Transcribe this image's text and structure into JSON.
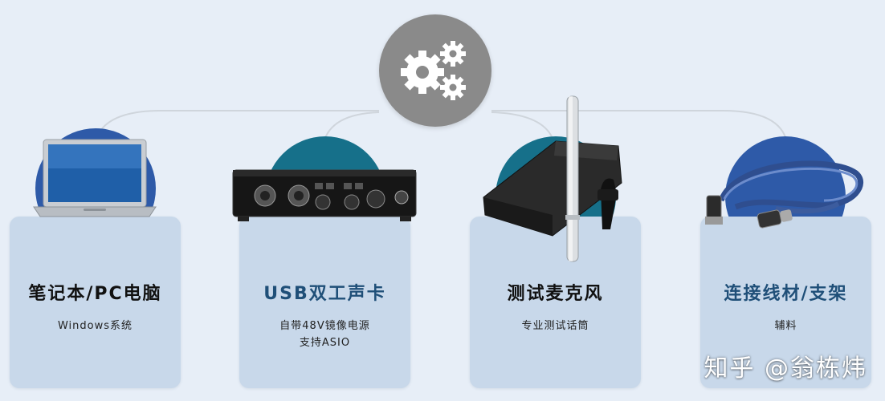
{
  "hub": {
    "icon": "gears-icon",
    "color": "#8a8a8a"
  },
  "items": [
    {
      "title": "笔记本/PC电脑",
      "desc": [
        "Windows系统"
      ],
      "icon": "laptop-icon",
      "disc_color": "#2e5aa8",
      "title_color": "#111111"
    },
    {
      "title": "USB双工声卡",
      "desc": [
        "自带48V镜像电源",
        "支持ASIO"
      ],
      "icon": "audio-interface-icon",
      "disc_color": "#16708a",
      "title_color": "#1f4f78"
    },
    {
      "title": "测试麦克风",
      "desc": [
        "专业测试话筒"
      ],
      "icon": "measurement-microphone-icon",
      "disc_color": "#16708a",
      "title_color": "#111111"
    },
    {
      "title": "连接线材/支架",
      "desc": [
        "辅料"
      ],
      "icon": "xlr-cable-icon",
      "disc_color": "#2e5aa8",
      "title_color": "#1f4f78"
    }
  ],
  "watermark": "知乎 @翁栋炜"
}
